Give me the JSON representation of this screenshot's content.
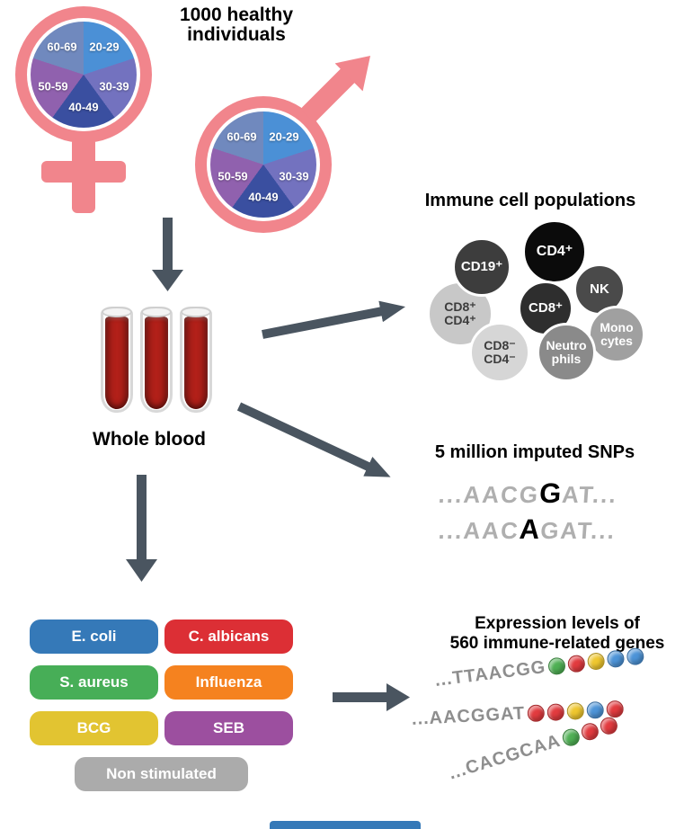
{
  "colors": {
    "symbol_pink": "#F1858C",
    "arrow_gray": "#4A5560",
    "blood_red": "#B22019",
    "bottom_bar_blue": "#3579B8"
  },
  "header": {
    "title": "1000 healthy\nindividuals"
  },
  "age_groups": [
    {
      "label": "20-29",
      "color": "#4B90D6"
    },
    {
      "label": "30-39",
      "color": "#7372BF"
    },
    {
      "label": "40-49",
      "color": "#3A4FA0"
    },
    {
      "label": "50-59",
      "color": "#9061AE"
    },
    {
      "label": "60-69",
      "color": "#7089BE"
    }
  ],
  "whole_blood": {
    "label": "Whole blood"
  },
  "immune_cells": {
    "title": "Immune cell populations",
    "cells": [
      {
        "label": "CD8⁺\nCD4⁺",
        "color": "#C8C8C8"
      },
      {
        "label": "CD19⁺",
        "color": "#3D3D3D"
      },
      {
        "label": "CD4⁺",
        "color": "#0B0B0B"
      },
      {
        "label": "NK",
        "color": "#4A4A4A"
      },
      {
        "label": "Mono\ncytes",
        "color": "#A0A0A0"
      },
      {
        "label": "CD8⁺",
        "color": "#2E2E2E"
      },
      {
        "label": "CD8⁻\nCD4⁻",
        "color": "#D6D6D6"
      },
      {
        "label": "Neutro\nphils",
        "color": "#8A8A8A"
      }
    ]
  },
  "snps": {
    "title": "5 million imputed SNPs",
    "rows": [
      {
        "pre": "...AACG",
        "variant": "G",
        "post": "AT..."
      },
      {
        "pre": "...AAC",
        "variant": "A",
        "post": "GAT..."
      }
    ]
  },
  "stimulations": {
    "items": [
      {
        "label": "E. coli",
        "color": "#3579B8"
      },
      {
        "label": "C. albicans",
        "color": "#DC2F35"
      },
      {
        "label": "S. aureus",
        "color": "#47AE57"
      },
      {
        "label": "Influenza",
        "color": "#F5821F"
      },
      {
        "label": "BCG",
        "color": "#E2C431"
      },
      {
        "label": "SEB",
        "color": "#9C4F9F"
      },
      {
        "label": "Non stimulated",
        "color": "#ABABAB"
      }
    ]
  },
  "expression": {
    "title": "Expression levels of\n560 immune-related genes",
    "rows": [
      {
        "seq": "...TTAACGG",
        "beads": [
          "#4FB054",
          "#E23B3F",
          "#EFC72F",
          "#4D94D8",
          "#4D94D8"
        ]
      },
      {
        "seq": "...AACGGAT",
        "beads": [
          "#E23B3F",
          "#E23B3F",
          "#EFC72F",
          "#4D94D8",
          "#E23B3F"
        ]
      },
      {
        "seq": "...CACGCAA",
        "beads": [
          "#4FB054",
          "#E23B3F",
          "#E23B3F"
        ]
      }
    ]
  }
}
